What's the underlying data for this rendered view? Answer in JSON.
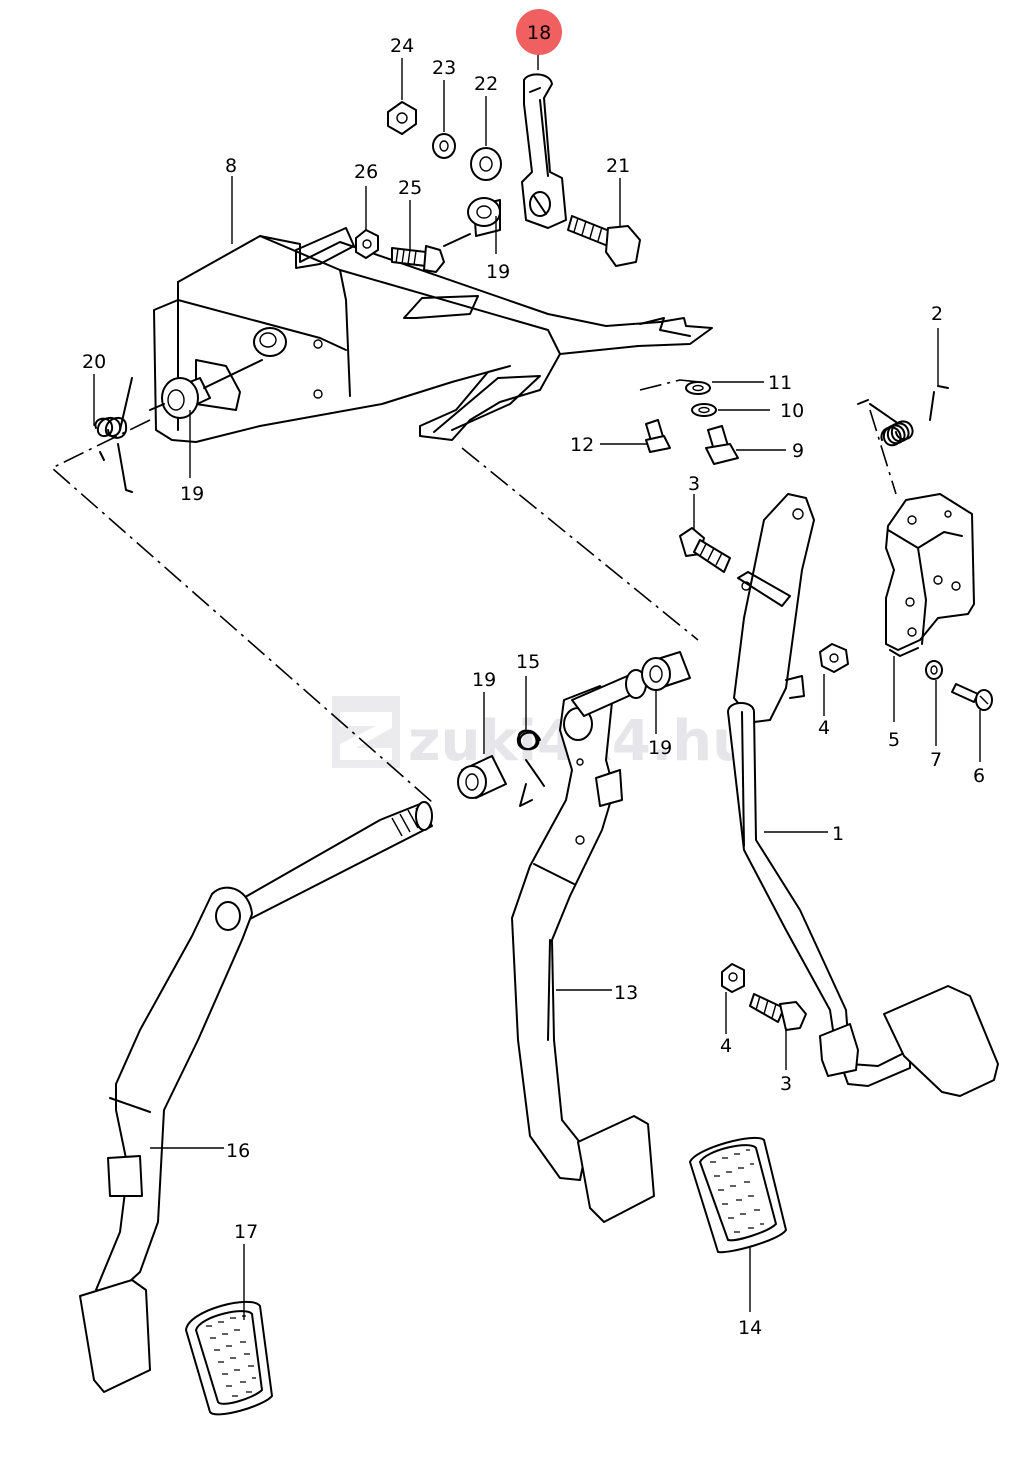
{
  "diagram": {
    "watermark": "zuki4x4.hu",
    "highlight_color": "#f06060",
    "highlighted_part": "18",
    "parts": [
      {
        "id": "p1",
        "label": "1"
      },
      {
        "id": "p2",
        "label": "2"
      },
      {
        "id": "p3a",
        "label": "3"
      },
      {
        "id": "p3b",
        "label": "3"
      },
      {
        "id": "p4a",
        "label": "4"
      },
      {
        "id": "p4b",
        "label": "4"
      },
      {
        "id": "p5",
        "label": "5"
      },
      {
        "id": "p6",
        "label": "6"
      },
      {
        "id": "p7",
        "label": "7"
      },
      {
        "id": "p8",
        "label": "8"
      },
      {
        "id": "p9",
        "label": "9"
      },
      {
        "id": "p10",
        "label": "10"
      },
      {
        "id": "p11",
        "label": "11"
      },
      {
        "id": "p12",
        "label": "12"
      },
      {
        "id": "p13",
        "label": "13"
      },
      {
        "id": "p14",
        "label": "14"
      },
      {
        "id": "p15",
        "label": "15"
      },
      {
        "id": "p16",
        "label": "16"
      },
      {
        "id": "p17",
        "label": "17"
      },
      {
        "id": "p18",
        "label": "18"
      },
      {
        "id": "p19a",
        "label": "19"
      },
      {
        "id": "p19b",
        "label": "19"
      },
      {
        "id": "p19c",
        "label": "19"
      },
      {
        "id": "p19d",
        "label": "19"
      },
      {
        "id": "p20",
        "label": "20"
      },
      {
        "id": "p21",
        "label": "21"
      },
      {
        "id": "p22",
        "label": "22"
      },
      {
        "id": "p23",
        "label": "23"
      },
      {
        "id": "p24",
        "label": "24"
      },
      {
        "id": "p25",
        "label": "25"
      },
      {
        "id": "p26",
        "label": "26"
      }
    ]
  }
}
